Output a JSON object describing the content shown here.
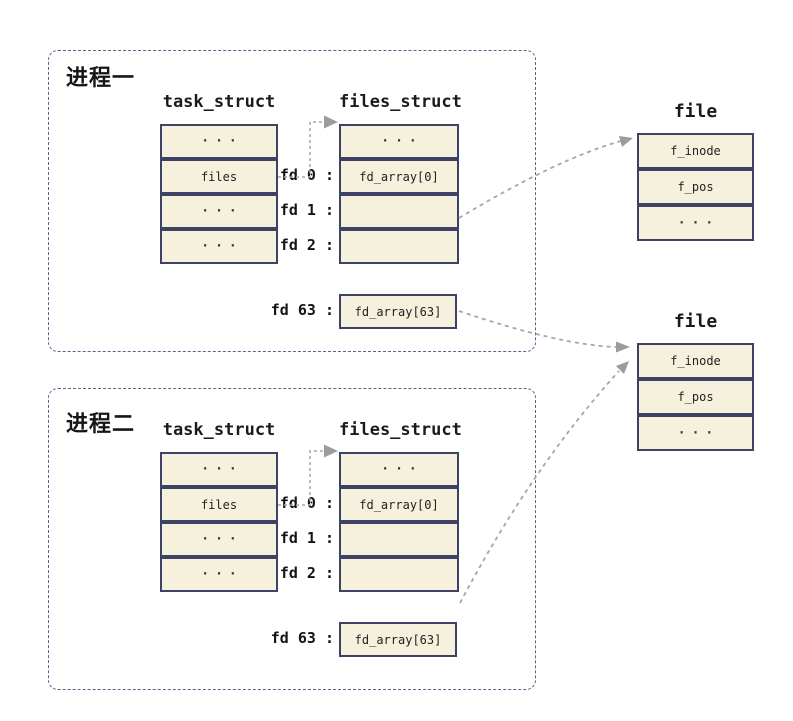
{
  "colors": {
    "cell_fill": "#f5f1dc",
    "cell_border": "#3e4366",
    "container_border": "#5c618c",
    "arrow": "#a6a6a6",
    "text": "#1b1b1b"
  },
  "processes": [
    {
      "title": "进程一",
      "task_struct": {
        "title": "task_struct",
        "rows": [
          "···",
          "files",
          "···",
          "···"
        ]
      },
      "files_struct": {
        "title": "files_struct",
        "rows": [
          "···",
          "fd_array[0]",
          "",
          ""
        ]
      },
      "fd_labels": [
        "fd 0 :",
        "fd 1 :",
        "fd 2 :",
        "fd 63 :"
      ],
      "fd63_cell": "fd_array[63]"
    },
    {
      "title": "进程二",
      "task_struct": {
        "title": "task_struct",
        "rows": [
          "···",
          "files",
          "···",
          "···"
        ]
      },
      "files_struct": {
        "title": "files_struct",
        "rows": [
          "···",
          "fd_array[0]",
          "",
          ""
        ]
      },
      "fd_labels": [
        "fd 0 :",
        "fd 1 :",
        "fd 2 :",
        "fd 63 :"
      ],
      "fd63_cell": "fd_array[63]"
    }
  ],
  "file_tables": [
    {
      "title": "file",
      "rows": [
        "f_inode",
        "f_pos",
        "···"
      ]
    },
    {
      "title": "file",
      "rows": [
        "f_inode",
        "f_pos",
        "···"
      ]
    }
  ]
}
